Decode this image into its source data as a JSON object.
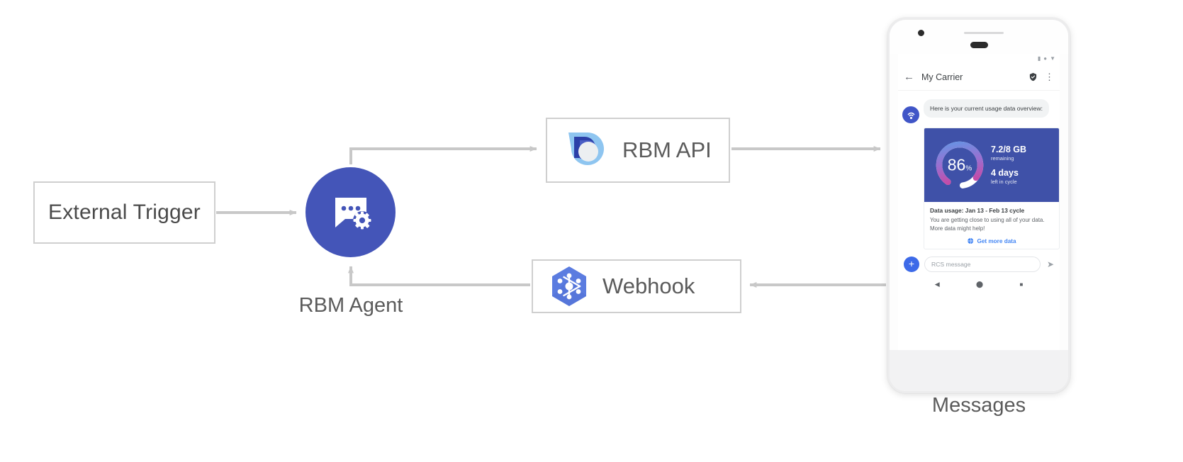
{
  "diagram": {
    "external_trigger": {
      "label": "External Trigger"
    },
    "rbm_agent": {
      "label": "RBM Agent"
    },
    "rbm_api": {
      "label": "RBM API"
    },
    "webhook": {
      "label": "Webhook"
    },
    "phone_caption": "Messages",
    "colors": {
      "agent_blue": "#4455b8",
      "webhook_blue": "#5b7ce0",
      "api_light_blue": "#8ec5f0",
      "api_dark_blue": "#2b3fa8",
      "connector_gray": "#c8c8c8",
      "box_border": "#cfcfcf",
      "text_gray": "#5b5b5b"
    }
  },
  "phone": {
    "status_icons": [
      "battery-icon",
      "signal-icon",
      "wifi-icon"
    ],
    "app_bar": {
      "back_icon": "arrow-left-icon",
      "title": "My Carrier",
      "verified_icon": "verified-shield-icon",
      "more_icon": "overflow-menu-icon"
    },
    "message": {
      "avatar_icon": "carrier-antenna-icon",
      "text": "Here is your current usage data overview:"
    },
    "rich_card": {
      "gauge": {
        "percent_value": "86",
        "percent_symbol": "%",
        "percent_number": 86,
        "track_color": "#ffffff",
        "gradient_from": "#5b9ae8",
        "gradient_to": "#e0338c"
      },
      "stats": [
        {
          "value": "7.2/8 GB",
          "caption": "remaining"
        },
        {
          "value": "4 days",
          "caption": "left in cycle"
        }
      ],
      "title": "Data usage: Jan 13 - Feb 13 cycle",
      "description": "You are getting close to using all of your data. More data might help!",
      "action": {
        "icon": "globe-icon",
        "label": "Get more data"
      }
    },
    "composer": {
      "plus_icon": "plus-icon",
      "placeholder": "RCS message",
      "send_icon": "send-icon"
    },
    "nav_bar": {
      "back_icon": "nav-back-triangle-icon",
      "home_icon": "nav-home-circle-icon",
      "recents_icon": "nav-recents-square-icon"
    }
  }
}
